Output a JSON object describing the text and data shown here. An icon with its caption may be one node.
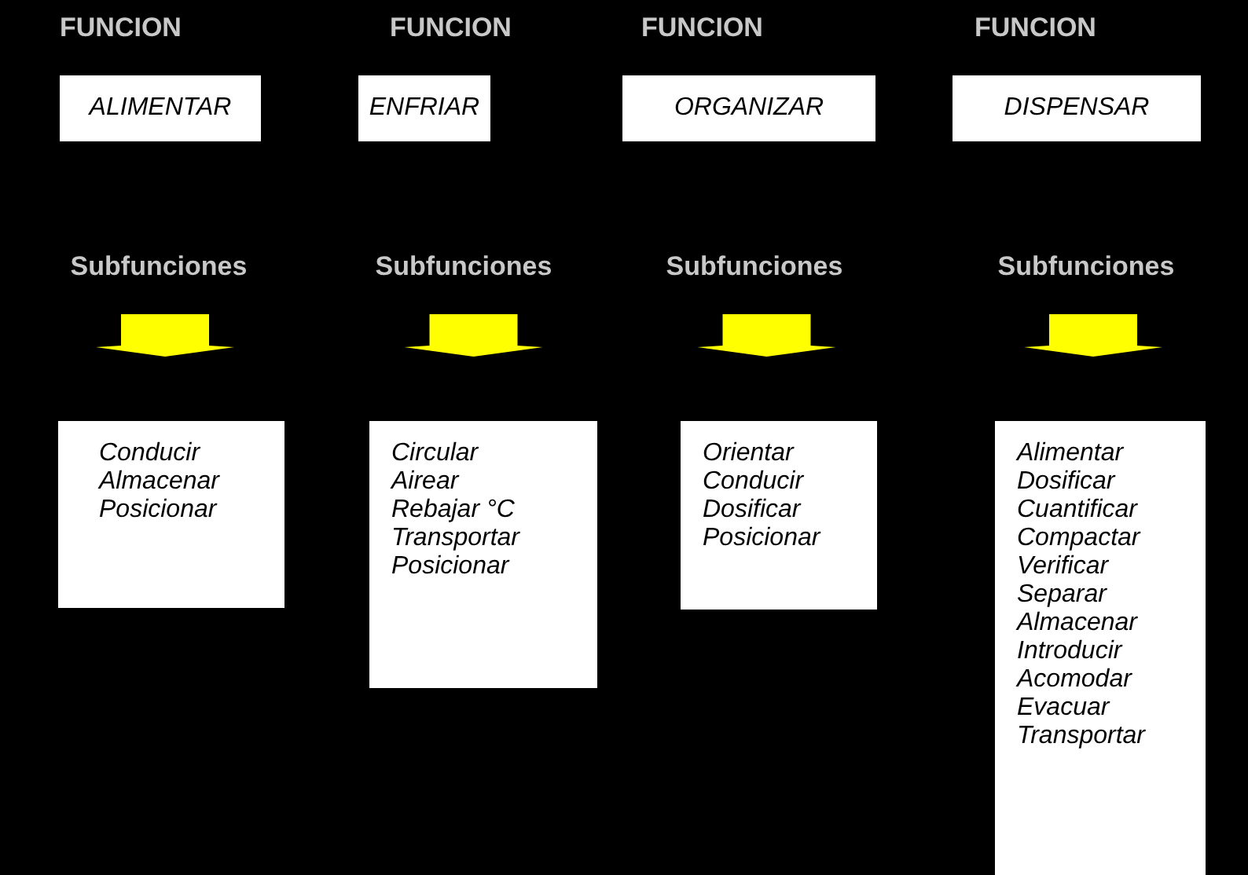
{
  "diagram": {
    "nodes": [
      {
        "text": [
          "FUNCION",
          "ALIMENTAR"
        ]
      },
      {
        "text": [
          "Subfunciones"
        ]
      },
      {
        "text": [
          "Conducir",
          "Almacenar",
          "Posicionar"
        ]
      },
      {
        "text": [
          "FUNCION",
          "ENFRIAR"
        ]
      },
      {
        "text": [
          "Subfunciones"
        ]
      },
      {
        "text": [
          "Circular",
          "Airear",
          "Rebajar °C",
          "Transportar",
          "Posicionar"
        ]
      },
      {
        "text": [
          "FUNCION",
          "ORGANIZAR"
        ]
      },
      {
        "text": [
          "Subfunciones"
        ]
      },
      {
        "text": [
          "Orientar",
          "Conducir",
          "Dosificar",
          "Posicionar"
        ]
      },
      {
        "text": [
          "FUNCION",
          "DISPENSAR"
        ]
      },
      {
        "text": [
          "Subfunciones"
        ]
      },
      {
        "text": [
          "Alimentar",
          "Dosificar",
          "Cuantificar",
          "Compactar",
          "Verificar",
          "Separar",
          "Almacenar",
          "Introducir",
          "Acomodar",
          "Evacuar",
          "Transportar"
        ]
      }
    ],
    "edges": [
      {
        "from": 1,
        "to": 2,
        "arrow": "to"
      },
      {
        "from": 4,
        "to": 5,
        "arrow": "to"
      },
      {
        "from": 7,
        "to": 8,
        "arrow": "to"
      },
      {
        "from": 10,
        "to": 11,
        "arrow": "to"
      }
    ]
  }
}
